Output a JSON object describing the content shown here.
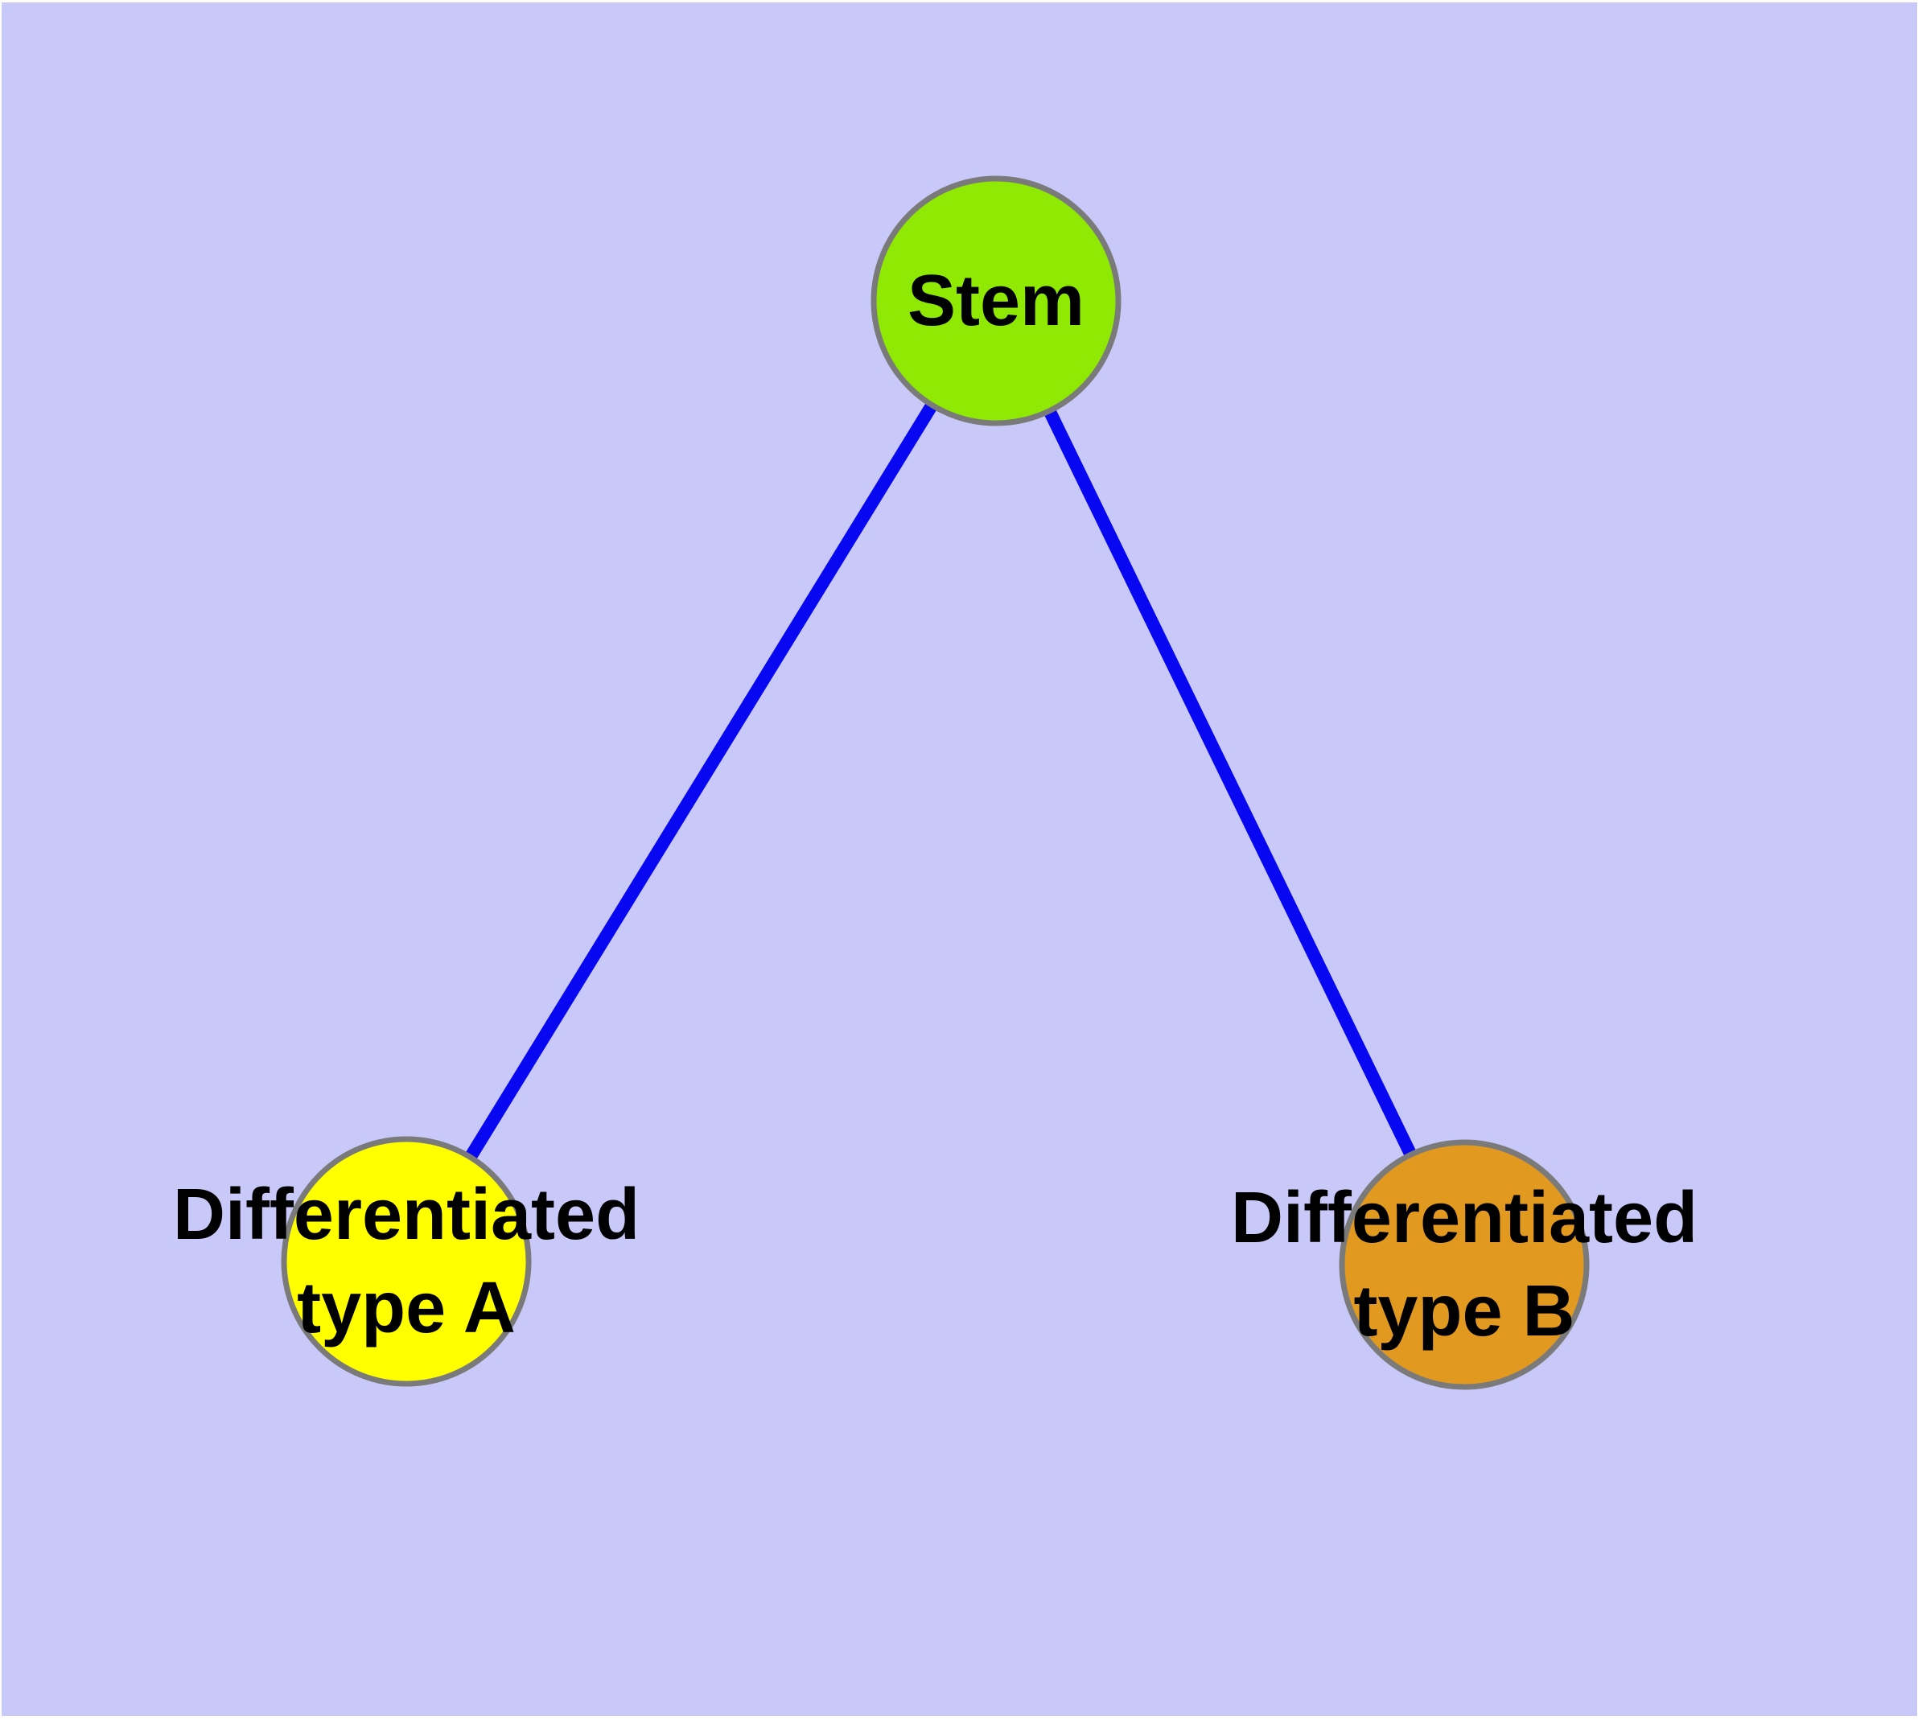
{
  "diagram": {
    "type": "node-link-graph",
    "colors": {
      "page_margin": "#FFFFFF",
      "background": "#C9C9F9",
      "edge": "#0707F2",
      "node_border": "#7A7A7A",
      "label_text": "#000000",
      "stem_fill": "#8FE903",
      "type_a_fill": "#FFFF00",
      "type_b_fill": "#E2991F"
    },
    "nodes": {
      "stem": {
        "label": "Stem",
        "fill": "#8FE903"
      },
      "type_a": {
        "label": "Differentiated type A",
        "line1": "Differentiated",
        "line2": "type A",
        "fill": "#FFFF00"
      },
      "type_b": {
        "label": "Differentiated type B",
        "line1": "Differentiated",
        "line2": "type B",
        "fill": "#E2991F"
      }
    },
    "edges": [
      {
        "from": "Stem",
        "to": "Differentiated type A"
      },
      {
        "from": "Stem",
        "to": "Differentiated type B"
      }
    ]
  }
}
